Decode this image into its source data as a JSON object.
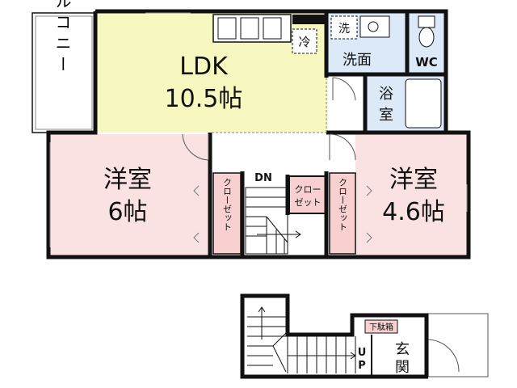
{
  "floorplan": {
    "balcony": {
      "label": "バルコニー"
    },
    "ldk": {
      "name": "LDK",
      "size": "10.5帖"
    },
    "fridge": {
      "label": "冷"
    },
    "washer": {
      "label": "洗"
    },
    "washroom": {
      "label": "洗面"
    },
    "wc": {
      "label": "WC"
    },
    "bath": {
      "label_top": "浴",
      "label_bottom": "室"
    },
    "western_left": {
      "name": "洋室",
      "size": "6帖"
    },
    "western_right": {
      "name": "洋室",
      "size": "4.6帖"
    },
    "closet_left": {
      "label": "クローゼット"
    },
    "closet_center": {
      "line1": "クロー",
      "line2": "ゼット"
    },
    "closet_right": {
      "label": "クローゼット"
    },
    "stairs_down": {
      "label": "DN"
    },
    "stairs_up": {
      "label_u": "U",
      "label_p": "P"
    },
    "shoe_box": {
      "label": "下駄箱"
    },
    "entrance": {
      "label_top": "玄",
      "label_bottom": "関"
    },
    "colors": {
      "ldk_fill": "#f7f7c0",
      "room_fill": "#fbe2e2",
      "wet_fill": "#dce9f8",
      "closet_fill": "#f8d0d0",
      "wall": "#111111",
      "window_line": "#888888"
    }
  }
}
